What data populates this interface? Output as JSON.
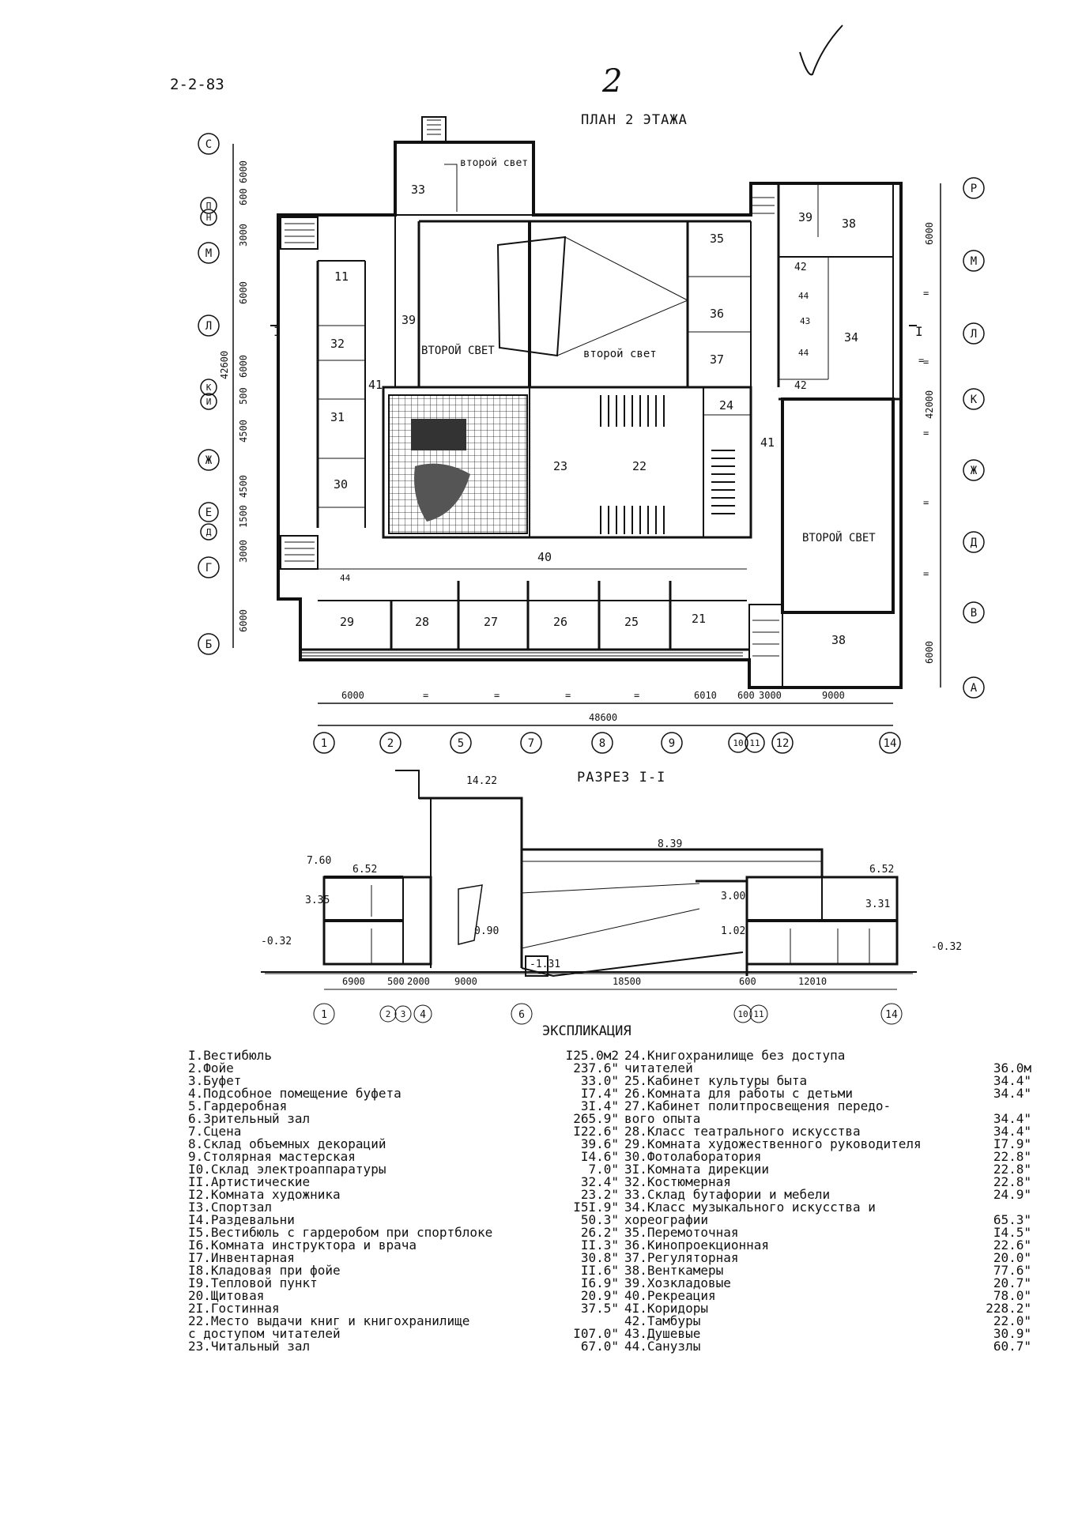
{
  "sheet_number": "2-2-83",
  "page_number": "2",
  "plan_title": "ПЛАН 2 ЭТАЖА",
  "section_title": "РАЗРЕЗ I-I",
  "explication_title": "ЭКСПЛИКАЦИЯ",
  "plan": {
    "room_labels": {
      "r33": "33",
      "r39a": "39",
      "r38a": "38",
      "r11": "11",
      "r35": "35",
      "r36": "36",
      "r37": "37",
      "r42a": "42",
      "r42b": "42",
      "r34": "34",
      "r32": "32",
      "r39b": "39",
      "r31": "31",
      "r30": "30",
      "r41a": "41",
      "r41b": "41",
      "r23": "23",
      "r22": "22",
      "r24": "24",
      "r40": "40",
      "r29": "29",
      "r28": "28",
      "r27": "27",
      "r26": "26",
      "r25": "25",
      "r21": "21",
      "r38b": "38",
      "r44a": "44",
      "r44b": "44",
      "r44c": "44",
      "r43": "43"
    },
    "second_light_labels": {
      "top": "второй свет",
      "left": "ВТОРОЙ СВЕТ",
      "center": "второй свет",
      "right": "ВТОРОЙ СВЕТ"
    },
    "cut_marks": {
      "left": "I",
      "right": "I"
    },
    "axes_left": [
      "С",
      "П",
      "Н",
      "М",
      "Л",
      "К",
      "И",
      "Ж",
      "Е",
      "Д",
      "Г",
      "Б"
    ],
    "axes_right": [
      "Р",
      "М",
      "Л",
      "К",
      "Ж",
      "Д",
      "В",
      "А"
    ],
    "axes_bottom": [
      "1",
      "2",
      "5",
      "7",
      "8",
      "9",
      "10",
      "11",
      "12",
      "14"
    ],
    "dims_left": [
      "600",
      "6000",
      "3000",
      "6000",
      "6000",
      "500",
      "4500",
      "4500",
      "1500",
      "3000",
      "6000",
      "42600"
    ],
    "dims_right": [
      "6000",
      "42000",
      "6000"
    ],
    "dims_right_marks": [
      "=",
      "=",
      "=",
      "=",
      "=",
      "="
    ],
    "dims_bottom": [
      "6000",
      "=",
      "=",
      "=",
      "=",
      "6010",
      "600",
      "3000",
      "9000",
      "48600"
    ]
  },
  "section": {
    "elevations": [
      "14.22",
      "7.60",
      "6.52",
      "8.39",
      "6.52",
      "3.35",
      "0.90",
      "3.00",
      "1.02",
      "3.31",
      "-1.31",
      "-0.32",
      "-0.32"
    ],
    "dims": [
      "6900",
      "500",
      "2000",
      "9000",
      "18500",
      "600",
      "12010"
    ],
    "axes": [
      "1",
      "2",
      "3",
      "4",
      "6",
      "10",
      "11",
      "14"
    ]
  },
  "legend_left": [
    {
      "label": "I.Вестибюль",
      "value": "I25.0м2"
    },
    {
      "label": "2.Фойе",
      "value": "237.6\""
    },
    {
      "label": "3.Буфет",
      "value": "33.0\""
    },
    {
      "label": "4.Подсобное помещение буфета",
      "value": "I7.4\""
    },
    {
      "label": "5.Гардеробная",
      "value": "3I.4\""
    },
    {
      "label": "6.Зрительный зал",
      "value": "265.9\""
    },
    {
      "label": "7.Сцена",
      "value": "I22.6\""
    },
    {
      "label": "8.Склад объемных декораций",
      "value": "39.6\""
    },
    {
      "label": "9.Столярная мастерская",
      "value": "I4.6\""
    },
    {
      "label": "I0.Склад электроаппаратуры",
      "value": "7.0\""
    },
    {
      "label": "II.Артистические",
      "value": "32.4\""
    },
    {
      "label": "I2.Комната художника",
      "value": "23.2\""
    },
    {
      "label": "I3.Спортзал",
      "value": "I5I.9\""
    },
    {
      "label": "I4.Раздевальни",
      "value": "50.3\""
    },
    {
      "label": "I5.Вестибюль с гардеробом при спортблоке",
      "value": "26.2\""
    },
    {
      "label": "I6.Комната инструктора и врача",
      "value": "II.3\""
    },
    {
      "label": "I7.Инвентарная",
      "value": "30.8\""
    },
    {
      "label": "I8.Кладовая при фойе",
      "value": "II.6\""
    },
    {
      "label": "I9.Тепловой пункт",
      "value": "I6.9\""
    },
    {
      "label": "20.Щитовая",
      "value": "20.9\""
    },
    {
      "label": "2I.Гостинная",
      "value": "37.5\""
    },
    {
      "label": "22.Место выдачи книг и книгохранилище",
      "value": ""
    },
    {
      "label": "   с доступом читателей",
      "value": "I07.0\""
    },
    {
      "label": "23.Читальный зал",
      "value": "67.0\""
    }
  ],
  "legend_right": [
    {
      "label": "24.Книгохранилище без доступа",
      "value": ""
    },
    {
      "label": "   читателей",
      "value": "36.0м"
    },
    {
      "label": "25.Кабинет культуры быта",
      "value": "34.4\""
    },
    {
      "label": "26.Комната для работы с детьми",
      "value": "34.4\""
    },
    {
      "label": "27.Кабинет политпросвещения передо-",
      "value": ""
    },
    {
      "label": "   вого опыта",
      "value": "34.4\""
    },
    {
      "label": "28.Класс театрального искусства",
      "value": "34.4\""
    },
    {
      "label": "29.Комната художественного руководителя",
      "value": "I7.9\""
    },
    {
      "label": "30.Фотолаборатория",
      "value": "22.8\""
    },
    {
      "label": "3I.Комната дирекции",
      "value": "22.8\""
    },
    {
      "label": "32.Костюмерная",
      "value": "22.8\""
    },
    {
      "label": "33.Склад бутафории и мебели",
      "value": "24.9\""
    },
    {
      "label": "34.Класс музыкального искусства и",
      "value": ""
    },
    {
      "label": "   хореографии",
      "value": "65.3\""
    },
    {
      "label": "35.Перемоточная",
      "value": "I4.5\""
    },
    {
      "label": "36.Кинопроекционная",
      "value": "22.6\""
    },
    {
      "label": "37.Регуляторная",
      "value": "20.0\""
    },
    {
      "label": "38.Венткамеры",
      "value": "77.6\""
    },
    {
      "label": "39.Хозкладовые",
      "value": "20.7\""
    },
    {
      "label": "40.Рекреация",
      "value": "78.0\""
    },
    {
      "label": "4I.Коридоры",
      "value": "228.2\""
    },
    {
      "label": "42.Тамбуры",
      "value": "22.0\""
    },
    {
      "label": "43.Душевые",
      "value": "30.9\""
    },
    {
      "label": "44.Санузлы",
      "value": "60.7\""
    }
  ]
}
